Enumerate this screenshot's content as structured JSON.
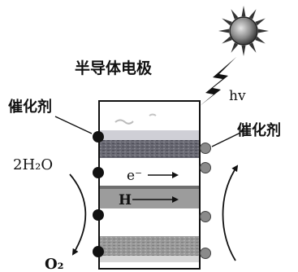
{
  "labels": {
    "electrode": "半导体电极",
    "catalyst_left": "催化剂",
    "catalyst_right": "催化剂",
    "light": "hv",
    "water": "2H₂O",
    "oxygen": "O₂",
    "electron": "e⁻",
    "proton": "H"
  },
  "icons": {
    "sun": "sun-icon",
    "light_bolt": "lightning-icon"
  },
  "colors": {
    "dot_left": "#111111",
    "dot_right": "#8a8a8a",
    "band_dark": "#5a5a66",
    "band_mid": "#9c9c9c"
  }
}
